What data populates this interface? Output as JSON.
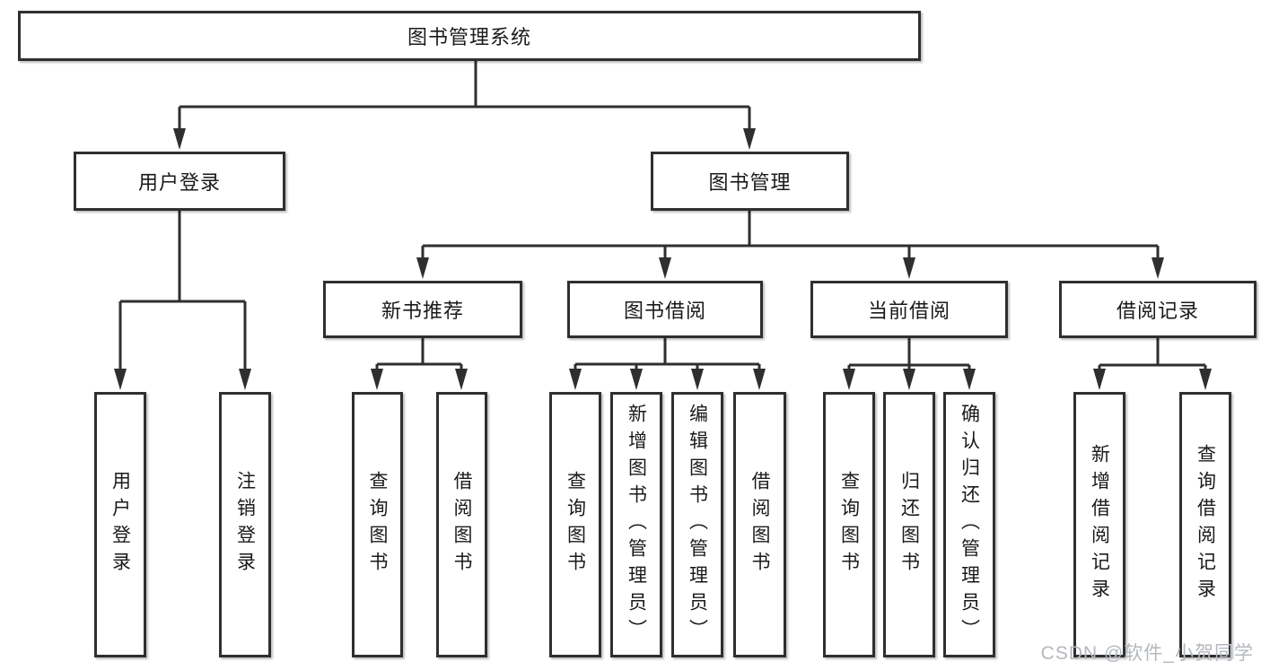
{
  "nodes": {
    "root": {
      "label": "图书管理系统"
    },
    "level2": [
      {
        "label": "用户登录"
      },
      {
        "label": "图书管理"
      }
    ],
    "level3": [
      {
        "label": "新书推荐"
      },
      {
        "label": "图书借阅"
      },
      {
        "label": "当前借阅"
      },
      {
        "label": "借阅记录"
      }
    ],
    "leaves": {
      "user_login": [
        {
          "label": "用户登录"
        },
        {
          "label": "注销登录"
        }
      ],
      "new_book_recommend": [
        {
          "label": "查询图书"
        },
        {
          "label": "借阅图书"
        }
      ],
      "book_borrow": [
        {
          "label": "查询图书"
        },
        {
          "label": "新增图书（管理员）"
        },
        {
          "label": "编辑图书（管理员）"
        },
        {
          "label": "借阅图书"
        }
      ],
      "current_borrow": [
        {
          "label": "查询图书"
        },
        {
          "label": "归还图书"
        },
        {
          "label": "确认归还（管理员）"
        }
      ],
      "borrow_records": [
        {
          "label": "新增借阅记录"
        },
        {
          "label": "查询借阅记录"
        }
      ]
    }
  },
  "watermark": {
    "text": "CSDN @软件_小贺同学",
    "color": "#b4b8bf"
  },
  "colors": {
    "line": "#2f2f2f",
    "box_border": "#2f2f2f",
    "text": "#1a1a1a",
    "background": "#ffffff"
  }
}
